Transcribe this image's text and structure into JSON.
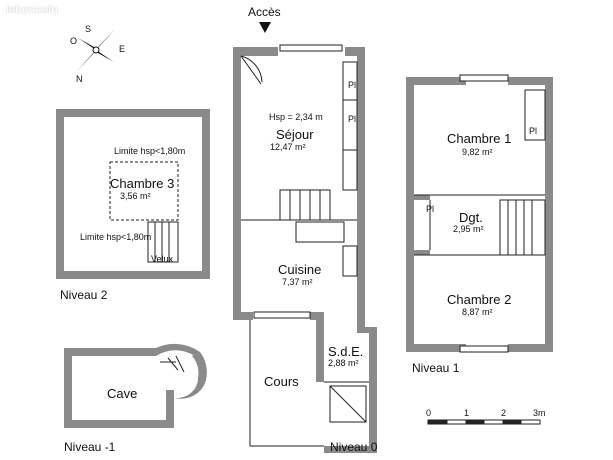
{
  "watermark": "leboncoin",
  "compass": {
    "N": "N",
    "S": "S",
    "E": "E",
    "O": "O"
  },
  "entrance": "Accès",
  "levels": {
    "n2": "Niveau 2",
    "nm1": "Niveau -1",
    "n0": "Niveau 0",
    "n1": "Niveau 1"
  },
  "rooms": {
    "hsp": "Hsp = 2,34 m",
    "sejour": {
      "name": "Séjour",
      "area": "12,47 m²"
    },
    "cuisine": {
      "name": "Cuisine",
      "area": "7,37 m²"
    },
    "chambre1": {
      "name": "Chambre 1",
      "area": "9,82 m²"
    },
    "dgt": {
      "name": "Dgt.",
      "area": "2,95 m²"
    },
    "chambre2": {
      "name": "Chambre 2",
      "area": "8,87 m²"
    },
    "chambre3": {
      "name": "Chambre 3",
      "area": "3,56 m²"
    },
    "sde": {
      "name": "S.d.E.",
      "area": "2,88 m²"
    },
    "cave": {
      "name": "Cave"
    },
    "cours": {
      "name": "Cours"
    }
  },
  "limits": {
    "top": "Limite hsp<1,80m",
    "bottom": "Limite hsp<1,80m"
  },
  "velux": "Velux",
  "placard": "Pl",
  "scale": {
    "labels": [
      "0",
      "1",
      "2",
      "3m"
    ]
  }
}
